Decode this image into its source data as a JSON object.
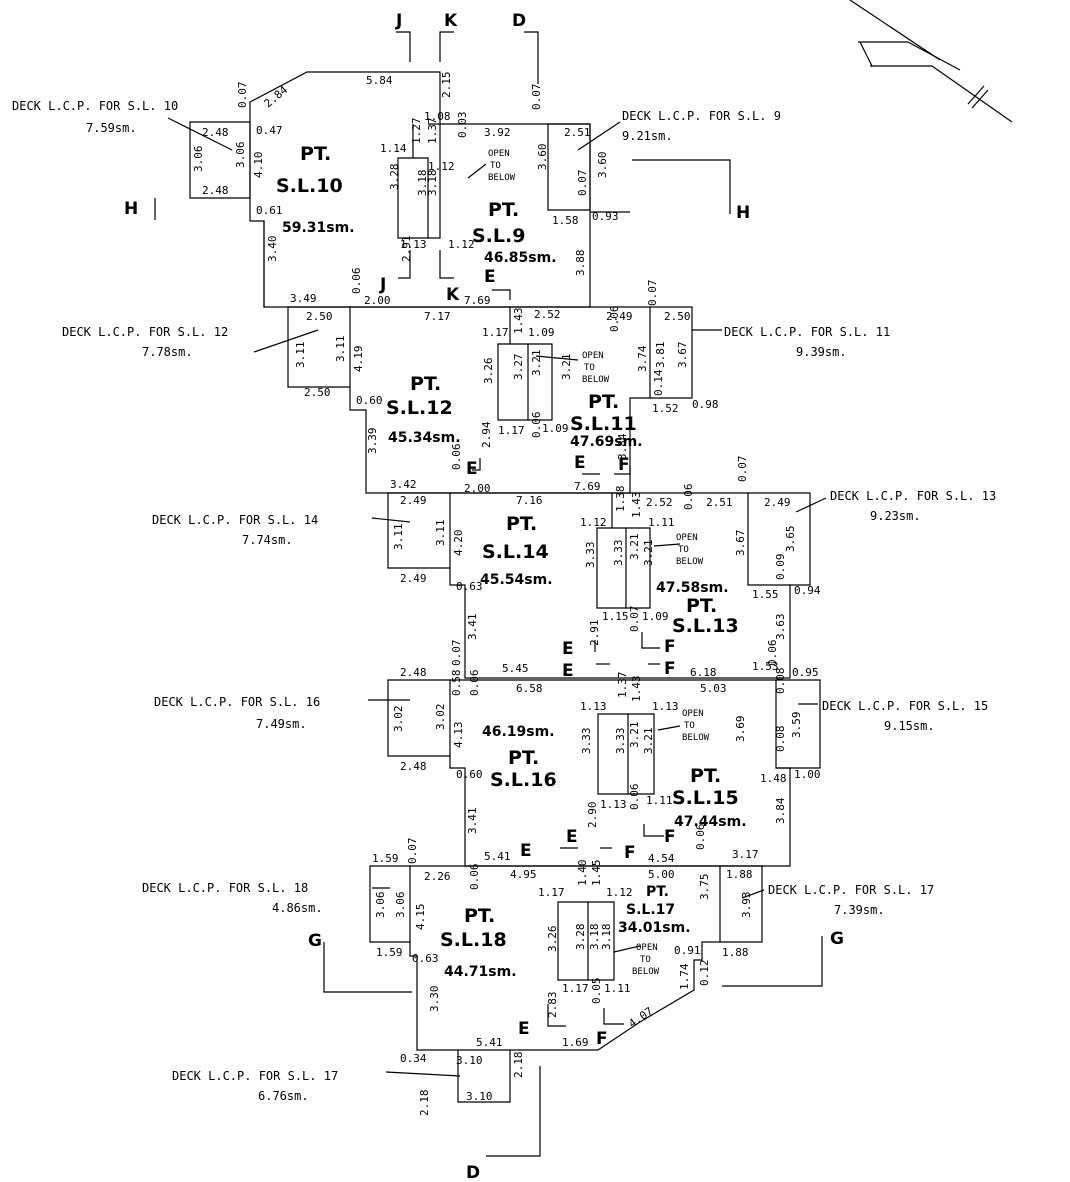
{
  "north_symbol": "north-arrow-icon",
  "units": {
    "sl10": {
      "title": "PT.",
      "name": "S.L.10",
      "area": "59.31sm."
    },
    "sl9": {
      "title": "PT.",
      "name": "S.L.9",
      "area": "46.85sm."
    },
    "sl12": {
      "title": "PT.",
      "name": "S.L.12",
      "area": "45.34sm."
    },
    "sl11": {
      "title": "PT.",
      "name": "S.L.11",
      "area": "47.69sm."
    },
    "sl14": {
      "title": "PT.",
      "name": "S.L.14",
      "area": "45.54sm."
    },
    "sl13": {
      "title": "PT.",
      "name": "S.L.13",
      "area": "47.58sm."
    },
    "sl16": {
      "title": "PT.",
      "name": "S.L.16",
      "area": "46.19sm."
    },
    "sl15": {
      "title": "PT.",
      "name": "S.L.15",
      "area": "47.44sm."
    },
    "sl18": {
      "title": "PT.",
      "name": "S.L.18",
      "area": "44.71sm."
    },
    "sl17": {
      "title": "PT.",
      "name": "S.L.17",
      "area": "34.01sm."
    }
  },
  "decks": {
    "sl10": {
      "label": "DECK L.C.P. FOR S.L. 10",
      "area": "7.59sm."
    },
    "sl9": {
      "label": "DECK L.C.P. FOR S.L. 9",
      "area": "9.21sm."
    },
    "sl12": {
      "label": "DECK L.C.P. FOR S.L. 12",
      "area": "7.78sm."
    },
    "sl11": {
      "label": "DECK L.C.P. FOR S.L. 11",
      "area": "9.39sm."
    },
    "sl14": {
      "label": "DECK L.C.P. FOR S.L. 14",
      "area": "7.74sm."
    },
    "sl13": {
      "label": "DECK L.C.P. FOR S.L. 13",
      "area": "9.23sm."
    },
    "sl16": {
      "label": "DECK L.C.P. FOR S.L. 16",
      "area": "7.49sm."
    },
    "sl15": {
      "label": "DECK L.C.P. FOR S.L. 15",
      "area": "9.15sm."
    },
    "sl18": {
      "label": "DECK L.C.P. FOR S.L. 18",
      "area": "4.86sm."
    },
    "sl17a": {
      "label": "DECK L.C.P. FOR S.L. 17",
      "area": "7.39sm."
    },
    "sl17b": {
      "label": "DECK L.C.P. FOR S.L. 17",
      "area": "6.76sm."
    }
  },
  "open_to_below": [
    "OPEN",
    "TO",
    "BELOW"
  ],
  "sections": {
    "J": "J",
    "K": "K",
    "D": "D",
    "H": "H",
    "E": "E",
    "F": "F",
    "G": "G"
  },
  "dims": {
    "a1": "5.84",
    "a2": "2.84",
    "a3": "0.07",
    "a4": "2.15",
    "a5": "1.08",
    "a6": "2.48",
    "a7": "0.47",
    "a8": "3.06",
    "a9": "3.06",
    "a10": "4.10",
    "a11": "2.48",
    "a12": "1.14",
    "a13": "1.27",
    "a14": "1.37",
    "a15": "0.03",
    "a16": "3.92",
    "a17": "1.12",
    "a18": "3.28",
    "a19": "3.18",
    "a20": "3.18",
    "a21": "3.60",
    "a22": "2.51",
    "a23": "3.60",
    "a24": "0.07",
    "a25": "1.58",
    "a26": "0.93",
    "a27": "0.61",
    "a28": "0.07",
    "a29": "2.91",
    "a30": "1.13",
    "a31": "1.12",
    "a32": "3.88",
    "a33": "3.40",
    "a34": "0.06",
    "a35": "2.00",
    "a36": "7.69",
    "a37": "3.49",
    "b1": "2.50",
    "b2": "7.17",
    "b3": "1.43",
    "b4": "2.52",
    "b5": "0.06",
    "b6": "2.49",
    "b7": "0.07",
    "b8": "2.50",
    "b9": "3.11",
    "b10": "3.11",
    "b11": "4.19",
    "b12": "1.17",
    "b13": "1.09",
    "b14": "3.26",
    "b15": "3.27",
    "b16": "3.21",
    "b17": "3.21",
    "b18": "3.74",
    "b19": "3.81",
    "b20": "3.67",
    "b21": "0.14",
    "b22": "2.50",
    "b23": "0.60",
    "b24": "1.52",
    "b25": "0.98",
    "b26": "1.17",
    "b27": "0.06",
    "b28": "1.09",
    "b29": "2.94",
    "b30": "3.39",
    "b31": "0.06",
    "b32": "3.84",
    "b33": "3.42",
    "b34": "2.00",
    "b35": "7.69",
    "c1": "2.49",
    "c2": "7.16",
    "c3": "1.38",
    "c4": "2.52",
    "c5": "0.06",
    "c6": "2.51",
    "c7": "0.07",
    "c8": "2.49",
    "c9": "3.11",
    "c10": "3.11",
    "c11": "4.20",
    "c12": "1.12",
    "c13": "1.43",
    "c14": "1.11",
    "c15": "3.33",
    "c16": "3.33",
    "c17": "3.21",
    "c18": "3.21",
    "c19": "3.67",
    "c20": "3.65",
    "c21": "0.09",
    "c22": "2.49",
    "c23": "0.63",
    "c24": "1.55",
    "c25": "0.94",
    "c26": "2.91",
    "c27": "1.15",
    "c28": "0.07",
    "c29": "1.09",
    "c30": "3.63",
    "c31": "3.41",
    "c32": "0.07",
    "c33": "5.45",
    "c34": "6.18",
    "c35": "0.06",
    "c36": "1.53",
    "c37": "0.95",
    "d1": "2.48",
    "d2": "0.58",
    "d3": "0.06",
    "d4": "6.58",
    "d5": "1.37",
    "d6": "5.03",
    "d7": "0.08",
    "d8": "3.02",
    "d9": "3.02",
    "d10": "4.13",
    "d11": "1.13",
    "d12": "1.43",
    "d13": "1.13",
    "d14": "3.33",
    "d15": "3.33",
    "d16": "3.21",
    "d17": "3.21",
    "d18": "3.69",
    "d19": "3.59",
    "d20": "0.08",
    "d21": "2.48",
    "d22": "0.60",
    "d23": "1.48",
    "d24": "1.00",
    "d25": "2.90",
    "d26": "1.13",
    "d27": "0.06",
    "d28": "1.11",
    "d29": "3.41",
    "d30": "3.84",
    "d31": "0.07",
    "d32": "5.41",
    "d33": "4.54",
    "d34": "0.06",
    "d35": "3.17",
    "e1": "1.59",
    "e2": "2.26",
    "e3": "0.06",
    "e4": "4.95",
    "e5": "1.40",
    "e6": "1.45",
    "e7": "5.00",
    "e8": "1.88",
    "e9": "3.06",
    "e10": "3.06",
    "e11": "4.15",
    "e12": "1.17",
    "e13": "1.12",
    "e14": "3.75",
    "e15": "3.93",
    "e16": "3.26",
    "e17": "3.28",
    "e18": "3.18",
    "e19": "3.18",
    "e20": "1.59",
    "e21": "0.63",
    "e22": "0.91",
    "e23": "1.88",
    "e24": "1.74",
    "e25": "0.12",
    "e26": "2.83",
    "e27": "1.17",
    "e28": "0.05",
    "e29": "1.11",
    "e30": "4.07",
    "e31": "3.30",
    "e32": "1.69",
    "e33": "5.41",
    "e34": "0.34",
    "e35": "3.10",
    "e36": "2.18",
    "e37": "2.18",
    "e38": "3.10"
  }
}
